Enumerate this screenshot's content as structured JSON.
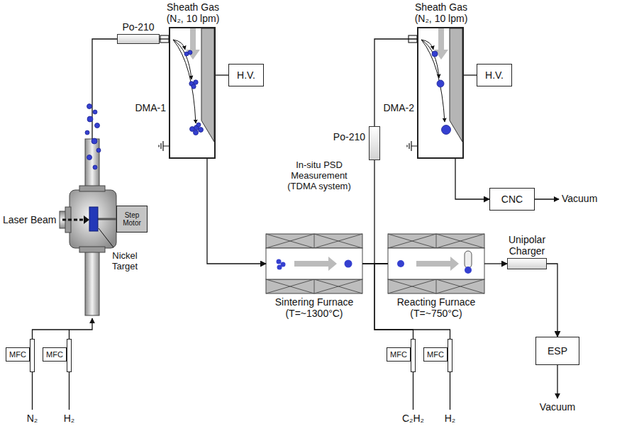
{
  "diagram": {
    "nodes": [
      {
        "text": [
          "Po-210"
        ]
      },
      {
        "text": [
          "DMA-1"
        ]
      },
      {
        "text": [
          "H.V."
        ]
      },
      {
        "text": [
          "Po-210"
        ]
      },
      {
        "text": [
          "DMA-2"
        ]
      },
      {
        "text": [
          "H.V."
        ]
      },
      {
        "text": [
          "CNC"
        ]
      },
      {
        "text": [
          "Step Motor"
        ]
      },
      {
        "text": [
          "Sintering Furnace (T=~1300°C)"
        ]
      },
      {
        "text": [
          "Reacting Furnace (T=~750°C)"
        ]
      },
      {
        "text": [
          "Unipolar Charger"
        ]
      },
      {
        "text": [
          "ESP"
        ]
      },
      {
        "text": [
          "MFC"
        ]
      },
      {
        "text": [
          "MFC"
        ]
      },
      {
        "text": [
          "MFC"
        ]
      },
      {
        "text": [
          "MFC"
        ]
      }
    ],
    "edges": [
      {
        "from": 0,
        "to": 1,
        "arrow": "none"
      },
      {
        "from": 1,
        "to": 8,
        "arrow": "to"
      },
      {
        "from": 2,
        "to": 1,
        "arrow": "none"
      },
      {
        "from": 8,
        "to": 3,
        "arrow": "none"
      },
      {
        "from": 3,
        "to": 4,
        "arrow": "none"
      },
      {
        "from": 5,
        "to": 4,
        "arrow": "none"
      },
      {
        "from": 4,
        "to": 6,
        "arrow": "to"
      },
      {
        "from": 8,
        "to": 9,
        "arrow": "none"
      },
      {
        "from": 14,
        "to": 9,
        "arrow": "none"
      },
      {
        "from": 15,
        "to": 9,
        "arrow": "none"
      },
      {
        "from": 9,
        "to": 10,
        "arrow": "to"
      },
      {
        "from": 10,
        "to": 11,
        "arrow": "to"
      }
    ],
    "labels": [
      "Sheath Gas (N₂, 10 lpm)",
      "Sheath Gas (N₂, 10 lpm)",
      "In-situ PSD Measurement (TDMA system)",
      "Laser Beam",
      "Nickel Target",
      "Vacuum",
      "Vacuum",
      "N₂",
      "H₂",
      "C₂H₂",
      "H₂"
    ]
  }
}
